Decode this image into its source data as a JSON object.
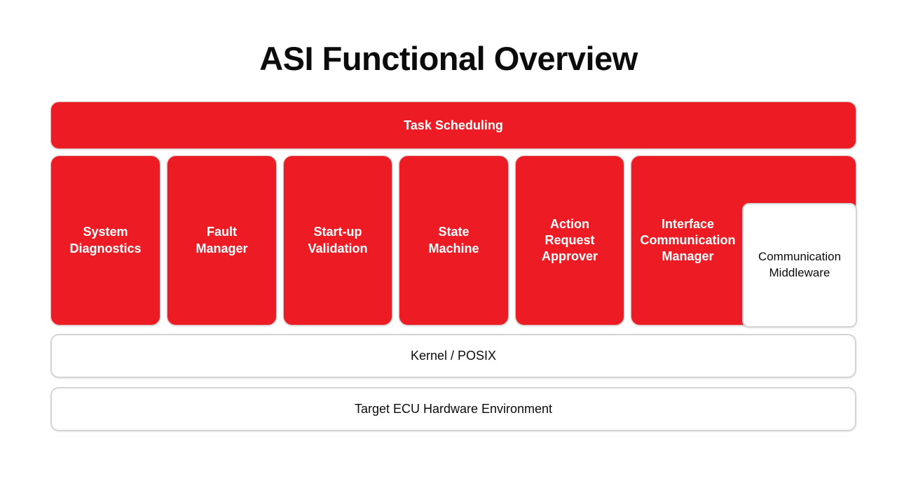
{
  "title": "ASI Functional Overview",
  "diagram": {
    "top_bar": {
      "label": "Task Scheduling",
      "color": "#ED1C24",
      "text_color": "#FFFFFF"
    },
    "columns": [
      {
        "label": "System\nDiagnostics",
        "line1": "System",
        "line2": "Diagnostics",
        "color": "#ED1C24"
      },
      {
        "label": "Fault\nManager",
        "line1": "Fault",
        "line2": "Manager",
        "color": "#ED1C24"
      },
      {
        "label": "Start-up\nValidation",
        "line1": "Start-up",
        "line2": "Validation",
        "color": "#ED1C24"
      },
      {
        "label": "State\nMachine",
        "line1": "State",
        "line2": "Machine",
        "color": "#ED1C24"
      },
      {
        "label": "Action\nRequest\nApprover",
        "line1": "Action",
        "line2": "Request",
        "line3": "Approver",
        "color": "#ED1C24"
      },
      {
        "label": "Interface\nCommunication\nManager",
        "line1": "Interface",
        "line2": "Communication",
        "line3": "Manager",
        "color": "#ED1C24"
      }
    ],
    "middleware_card": {
      "line1": "Communication",
      "line2": "Middleware",
      "color": "#FFFFFF",
      "border_color": "#D4D4D4",
      "text_color": "#0B0B0B"
    },
    "bottom_bars": [
      {
        "label": "Kernel / POSIX",
        "color": "#FFFFFF",
        "border_color": "#D4D4D4"
      },
      {
        "label": "Target ECU Hardware Environment",
        "color": "#FFFFFF",
        "border_color": "#D4D4D4"
      }
    ]
  }
}
